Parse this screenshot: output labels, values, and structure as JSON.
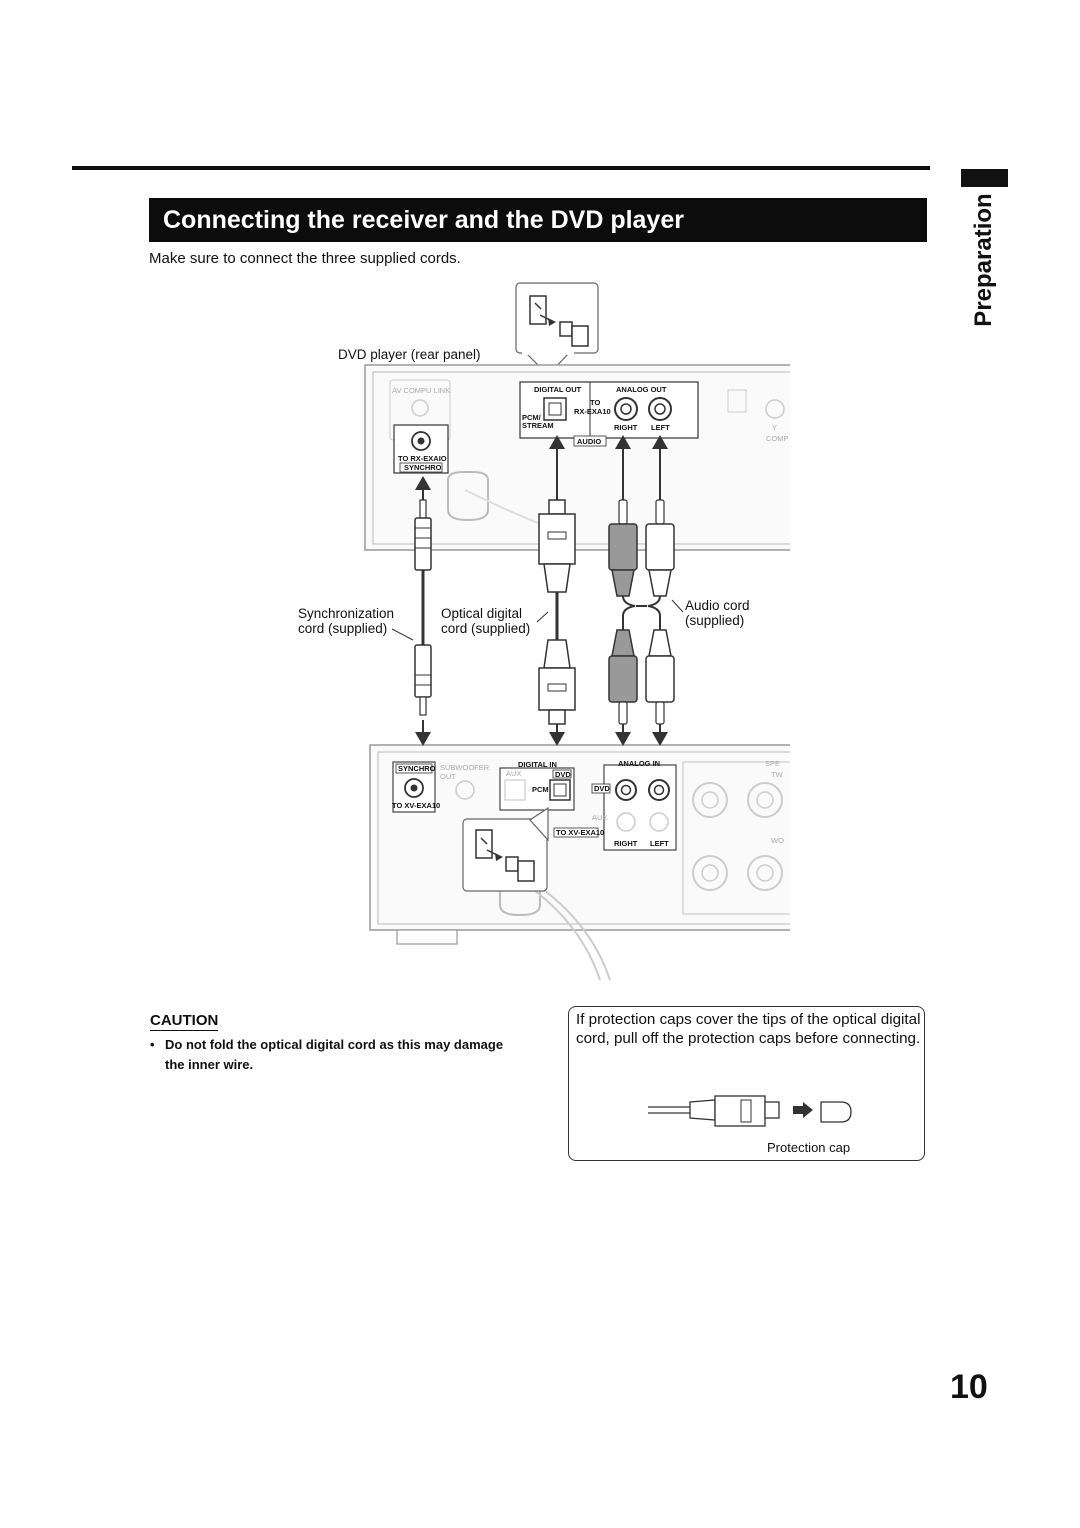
{
  "page": {
    "title": "Connecting the receiver and the DVD player",
    "section_tab": "Preparation",
    "intro": "Make sure to connect the three supplied cords.",
    "page_number": "10"
  },
  "diagram": {
    "dvd_label": "DVD player (rear panel)",
    "sync_cord": [
      "Synchronization",
      "cord (supplied)"
    ],
    "optical_cord": [
      "Optical digital",
      "cord (supplied)"
    ],
    "audio_cord": [
      "Audio cord",
      "(supplied)"
    ],
    "dvd_panel": {
      "av_compu_link": "AV COMPU LINK",
      "digital_out": "DIGITAL OUT",
      "analog_out": "ANALOG OUT",
      "pcm_stream": [
        "PCM/",
        "STREAM"
      ],
      "to_rx": [
        "TO",
        "RX-EXA10"
      ],
      "right": "RIGHT",
      "left": "LEFT",
      "audio": "AUDIO",
      "to_rx_synchro": [
        "TO RX-EXAIO",
        "SYNCHRO"
      ],
      "comp": "COMP",
      "y": "Y"
    },
    "receiver_panel": {
      "synchro": "SYNCHRO",
      "subwoofer_out": [
        "SUBWOOFER",
        "OUT"
      ],
      "to_xv": "TO XV-EXA10",
      "digital_in": "DIGITAL IN",
      "aux": "AUX",
      "dvd": "DVD",
      "pcm": "PCM",
      "analog_in": "ANALOG IN",
      "to_xv_analog": "TO XV-EXA10",
      "right": "RIGHT",
      "left": "LEFT",
      "speakers": "SPE",
      "tw": "TW",
      "wo": "WO"
    }
  },
  "caution": {
    "title": "CAUTION",
    "bullet": "•",
    "items": [
      "Do not fold the optical digital cord as this may damage the inner wire."
    ]
  },
  "note": {
    "text": "If protection caps cover the tips of the optical digital cord, pull off the protection caps before connecting.",
    "cap_label": "Protection cap"
  }
}
